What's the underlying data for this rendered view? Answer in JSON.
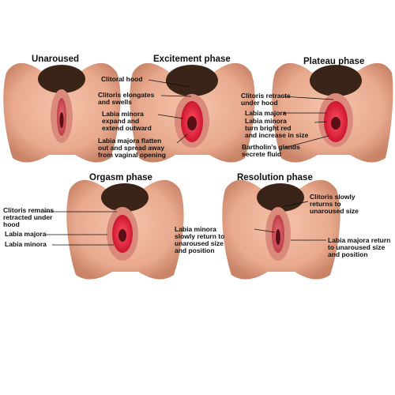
{
  "panels": [
    {
      "title": "Unaroused",
      "labels": []
    },
    {
      "title": "Excitement phase",
      "labels": [
        "Clitoral hood",
        "Clitoris elongates\nand swells",
        "Labia minora\nexpand and\nextend outward",
        "Labia majora flatten\nout and spread away\nfrom vaginal opening"
      ]
    },
    {
      "title": "Plateau phase",
      "labels": [
        "Clitoris retracts\nunder hood",
        "Labia majora",
        "Labia minora\nturn bright red\nand increase in size",
        "Bartholin's glands\nsecrete fluid"
      ]
    },
    {
      "title": "Orgasm phase",
      "labels": [
        "Clitoris remains\nretracted under\nhood",
        "Labia majora",
        "Labia minora"
      ]
    },
    {
      "title": "Resolution phase",
      "labels": [
        "Clitoris slowly\nreturns to\nunaroused size",
        "Labia minora\nslowly return to\nunaroused size\nand position",
        "Labia majora return\nto unaroused size\nand position"
      ]
    }
  ],
  "colors": {
    "skin": "#e9aa8e",
    "skin_shadow": "#c97f67",
    "hair": "#3a2418",
    "labia_minora": "#c8424a",
    "engorged": "#d81e35",
    "opening": "#5a0f15"
  }
}
